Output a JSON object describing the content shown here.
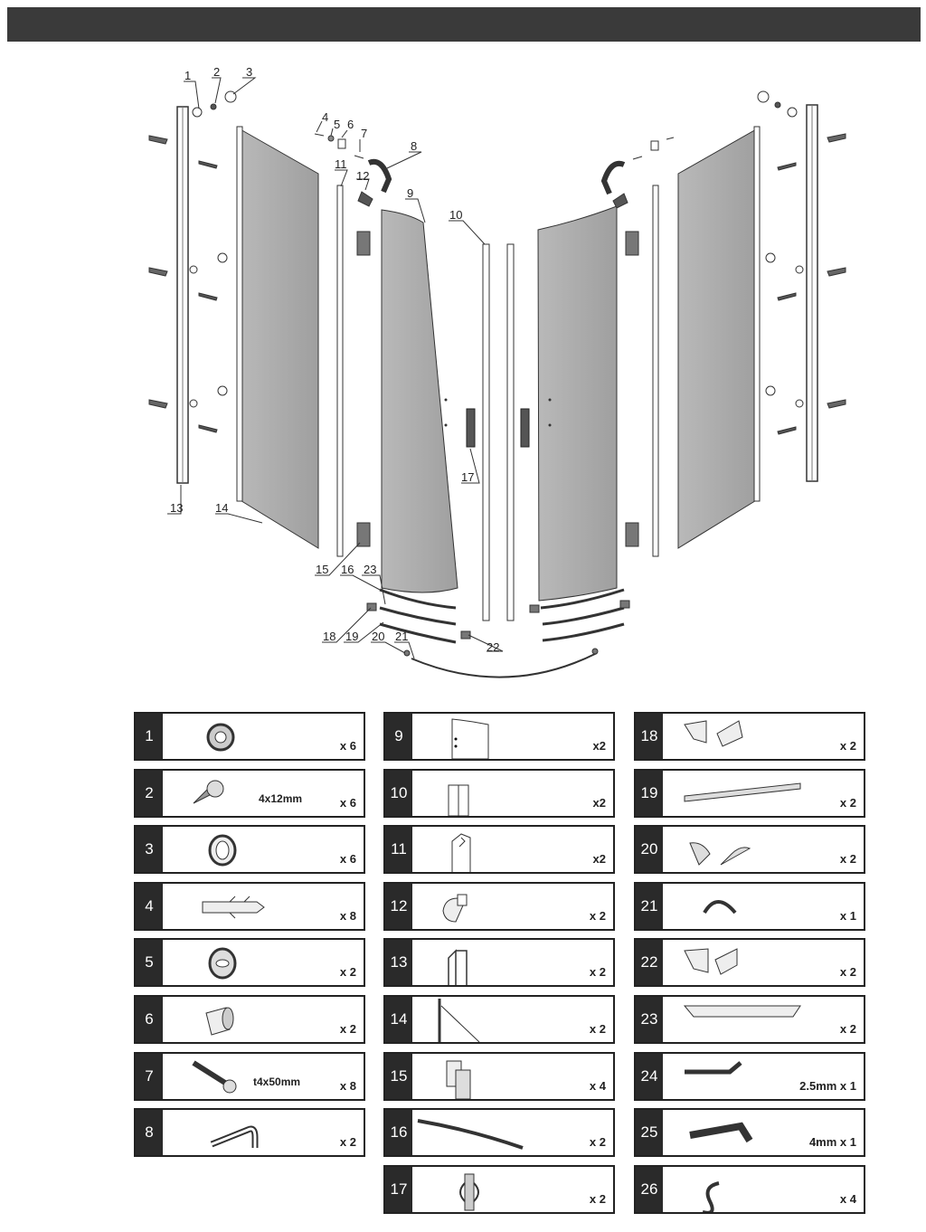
{
  "callouts": [
    "1",
    "2",
    "3",
    "4",
    "5",
    "6",
    "7",
    "8",
    "9",
    "10",
    "11",
    "12",
    "13",
    "14",
    "15",
    "16",
    "23",
    "17",
    "18",
    "19",
    "20",
    "21",
    "22"
  ],
  "parts": [
    {
      "num": "1",
      "qty": "x 6",
      "size": "",
      "icon": "washer-ring-icon"
    },
    {
      "num": "2",
      "qty": "x 6",
      "size": "4x12mm",
      "icon": "self-tapping-screw-icon"
    },
    {
      "num": "3",
      "qty": "x 6",
      "size": "",
      "icon": "cover-cap-icon"
    },
    {
      "num": "4",
      "qty": "x 8",
      "size": "",
      "icon": "wall-plug-icon"
    },
    {
      "num": "5",
      "qty": "x 2",
      "size": "",
      "icon": "spacer-ring-icon"
    },
    {
      "num": "6",
      "qty": "x 2",
      "size": "",
      "icon": "cylinder-cap-icon"
    },
    {
      "num": "7",
      "qty": "x 8",
      "size": "t4x50mm",
      "icon": "long-screw-icon"
    },
    {
      "num": "8",
      "qty": "x 2",
      "size": "",
      "icon": "stabilizer-bar-icon"
    },
    {
      "num": "9",
      "qty": "x2",
      "size": "",
      "icon": "curved-glass-door-icon"
    },
    {
      "num": "10",
      "qty": "x2",
      "size": "",
      "icon": "magnetic-strip-icon"
    },
    {
      "num": "11",
      "qty": "x2",
      "size": "",
      "icon": "seal-profile-icon"
    },
    {
      "num": "12",
      "qty": "x 2",
      "size": "",
      "icon": "bracket-connector-icon"
    },
    {
      "num": "13",
      "qty": "x 2",
      "size": "",
      "icon": "wall-profile-icon"
    },
    {
      "num": "14",
      "qty": "x 2",
      "size": "",
      "icon": "side-panel-icon"
    },
    {
      "num": "15",
      "qty": "x 4",
      "size": "",
      "icon": "roller-clip-icon"
    },
    {
      "num": "16",
      "qty": "x 2",
      "size": "",
      "icon": "curved-track-icon"
    },
    {
      "num": "17",
      "qty": "x 2",
      "size": "",
      "icon": "door-handle-icon"
    },
    {
      "num": "18",
      "qty": "x 2",
      "size": "",
      "icon": "corner-connector-icon"
    },
    {
      "num": "19",
      "qty": "x 2",
      "size": "",
      "icon": "bottom-rail-icon"
    },
    {
      "num": "20",
      "qty": "x 2",
      "size": "",
      "icon": "end-cap-icon"
    },
    {
      "num": "21",
      "qty": "x 1",
      "size": "",
      "icon": "arc-seal-icon"
    },
    {
      "num": "22",
      "qty": "x 2",
      "size": "",
      "icon": "guide-block-icon"
    },
    {
      "num": "23",
      "qty": "x 2",
      "size": "",
      "icon": "drip-rail-icon"
    },
    {
      "num": "24",
      "qty": "2.5mm x 1",
      "size": "",
      "icon": "hex-key-small-icon"
    },
    {
      "num": "25",
      "qty": "4mm x 1",
      "size": "",
      "icon": "hex-key-large-icon"
    },
    {
      "num": "26",
      "qty": "x 4",
      "size": "",
      "icon": "s-hook-icon"
    }
  ]
}
